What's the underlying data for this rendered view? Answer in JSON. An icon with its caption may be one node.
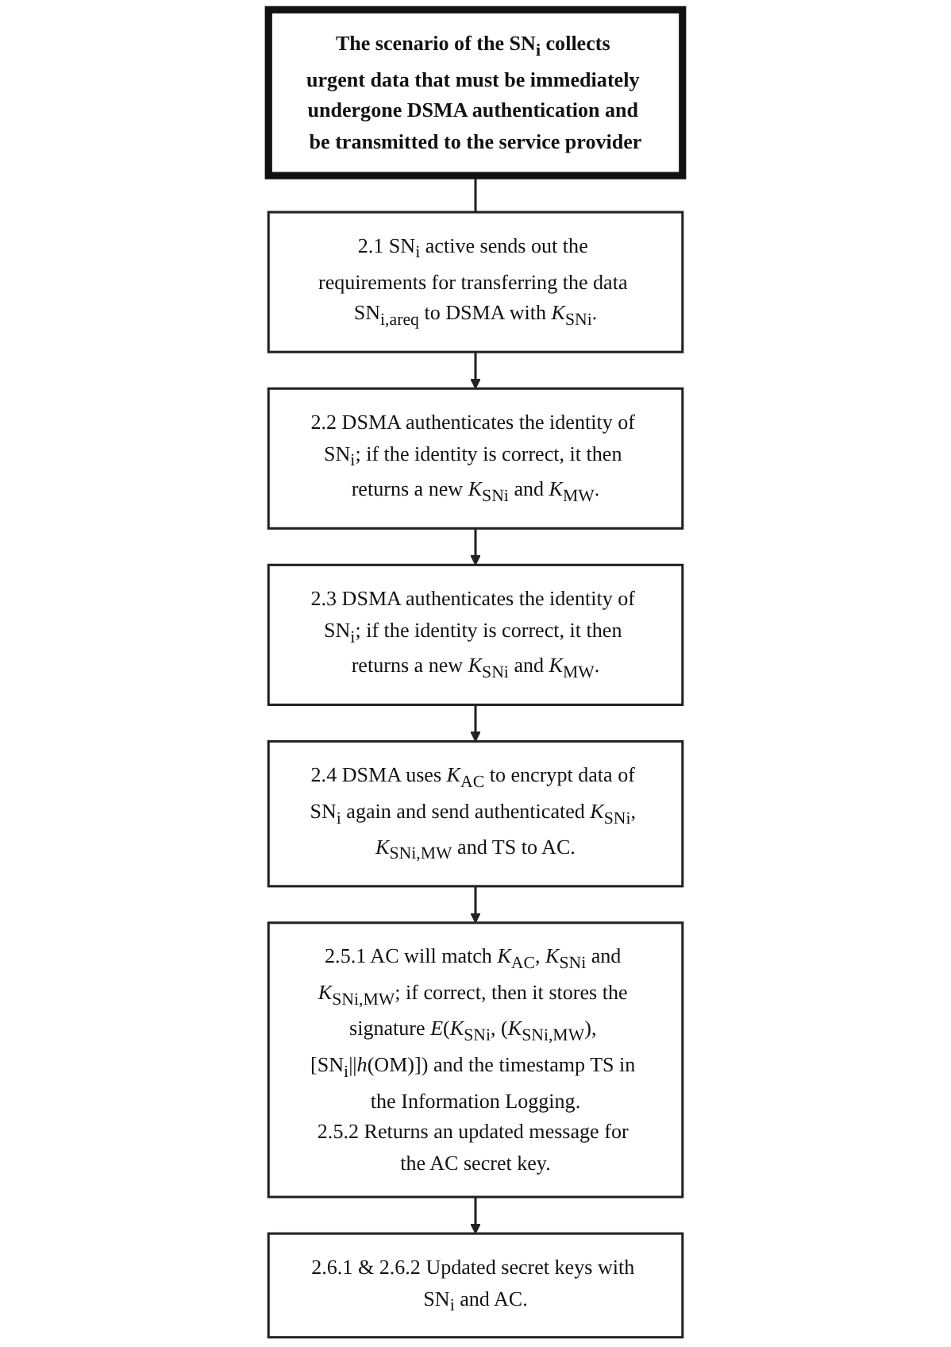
{
  "diagram": {
    "nodes": [
      {
        "text": [
          "The scenario of the SN$_{i}$ collects urgent data that must be immediately undergone DSMA authentication and be transmitted to the service provider"
        ]
      },
      {
        "text": [
          "2.1 SN$_{i}$ active sends out the requirements for transferring the data SN$_{i,areq}$ to DSMA with *K*$_{SNi}$."
        ]
      },
      {
        "text": [
          "2.2 DSMA authenticates the identity of SN$_{i}$; if the identity is correct, it then returns a new *K*$_{SNi}$ and *K*$_{MW}$."
        ]
      },
      {
        "text": [
          "2.3 DSMA authenticates the identity of SN$_{i}$; if the identity is correct, it then returns a new *K*$_{SNi}$ and *K*$_{MW}$."
        ]
      },
      {
        "text": [
          "2.4 DSMA uses *K*$_{AC}$ to encrypt data of SN$_{i}$ again and send authenticated *K*$_{SNi}$, *K*$_{SNi,MW}$ and TS to AC."
        ]
      },
      {
        "text": [
          "2.5.1 AC will match *K*$_{AC}$, *K*$_{SNi}$ and *K*$_{SNi,MW}$; if correct, then it stores the signature *E*(*K*$_{SNi}$, (*K*$_{SNi,MW}$), [SN$_{i}$||*h*(OM)]) and the timestamp TS in the Information Logging.",
          "2.5.2 Returns an updated message for the AC secret key."
        ]
      },
      {
        "text": [
          "2.6.1 & 2.6.2 Updated secret keys with SN$_{i}$ and AC."
        ]
      }
    ],
    "edges": [
      {
        "from": 0,
        "to": 1,
        "arrow": "none"
      },
      {
        "from": 1,
        "to": 2,
        "arrow": "to"
      },
      {
        "from": 2,
        "to": 3,
        "arrow": "to"
      },
      {
        "from": 3,
        "to": 4,
        "arrow": "to"
      },
      {
        "from": 4,
        "to": 5,
        "arrow": "to"
      },
      {
        "from": 5,
        "to": 6,
        "arrow": "to"
      }
    ]
  }
}
